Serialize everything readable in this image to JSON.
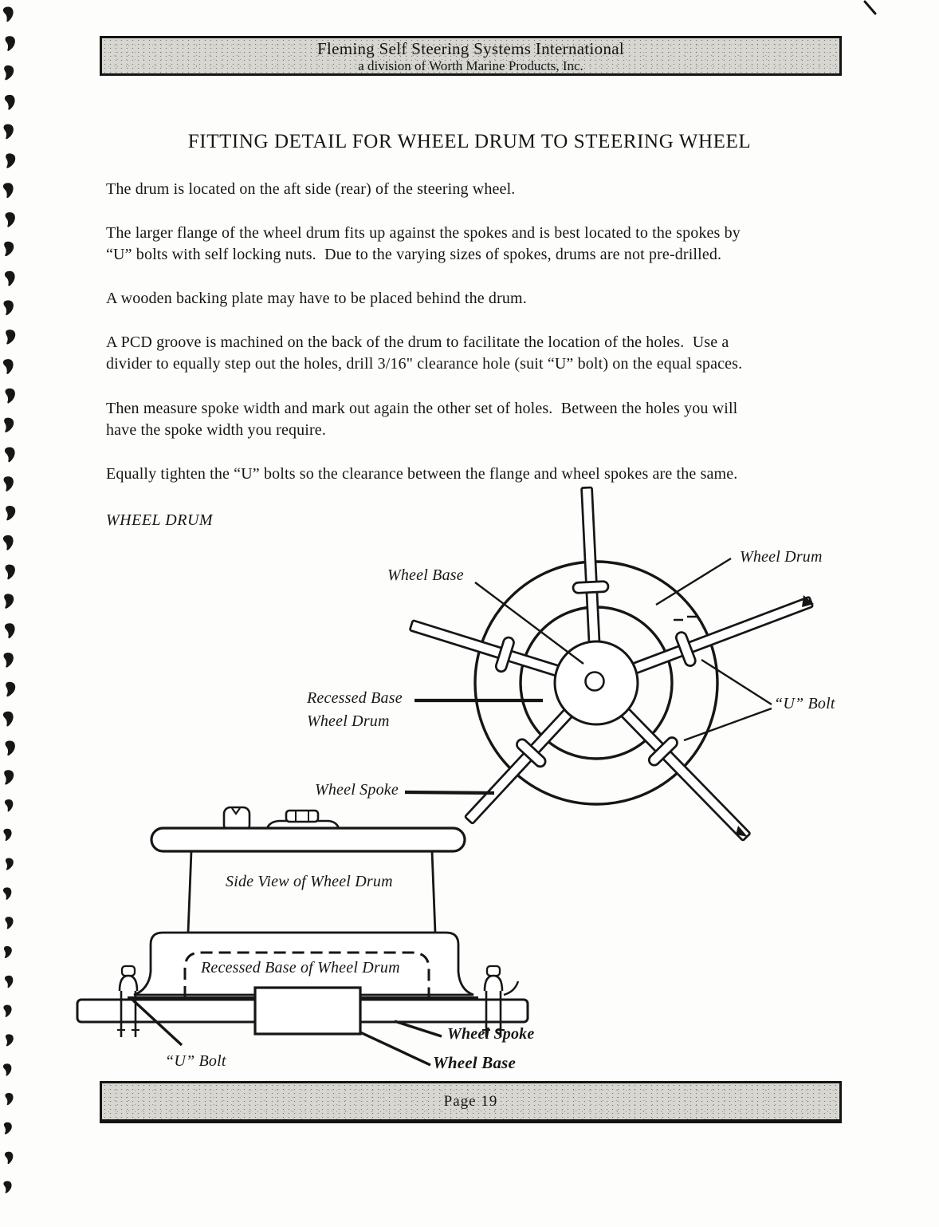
{
  "header": {
    "line1": "Fleming Self Steering Systems International",
    "line2": "a division of Worth Marine Products, Inc."
  },
  "title": "FITTING DETAIL FOR WHEEL DRUM TO STEERING WHEEL",
  "paragraphs": [
    [
      "The drum is located on the aft side (rear) of the steering wheel."
    ],
    [
      "The larger flange of the wheel drum fits up against the spokes and is best located to the spokes by",
      "“U” bolts with self locking nuts.  Due to the varying sizes of spokes, drums are not pre-drilled."
    ],
    [
      "A wooden backing plate may have to be placed behind the drum."
    ],
    [
      "A PCD groove is machined on the back of the drum to facilitate the location of the holes.  Use a",
      "divider to equally step out the holes, drill 3/16\" clearance hole (suit “U” bolt) on the equal spaces."
    ],
    [
      "Then measure spoke width and mark out again the other set of holes.  Between the holes you will",
      "have the spoke width you require."
    ],
    [
      "Equally tighten the “U” bolts so the clearance between the flange and wheel spokes are the same."
    ]
  ],
  "section_label": "WHEEL DRUM",
  "diagram": {
    "top_view": {
      "labels": {
        "wheel_base": "Wheel Base",
        "wheel_drum": "Wheel Drum",
        "recessed_base_line1": "Recessed Base",
        "recessed_base_line2": "Wheel Drum",
        "u_bolt": "“U” Bolt",
        "wheel_spoke": "Wheel Spoke"
      }
    },
    "side_view": {
      "labels": {
        "side_view_title": "Side View of Wheel Drum",
        "recessed_base": "Recessed Base of Wheel Drum",
        "u_bolt": "“U” Bolt",
        "wheel_spoke": "Wheel Spoke",
        "wheel_base": "Wheel Base"
      }
    }
  },
  "footer": {
    "page_label": "Page 19"
  },
  "decorations": {
    "binding_marks_count": 41,
    "ink_color": "#161616",
    "banner_bg": "#d7d6d1"
  }
}
